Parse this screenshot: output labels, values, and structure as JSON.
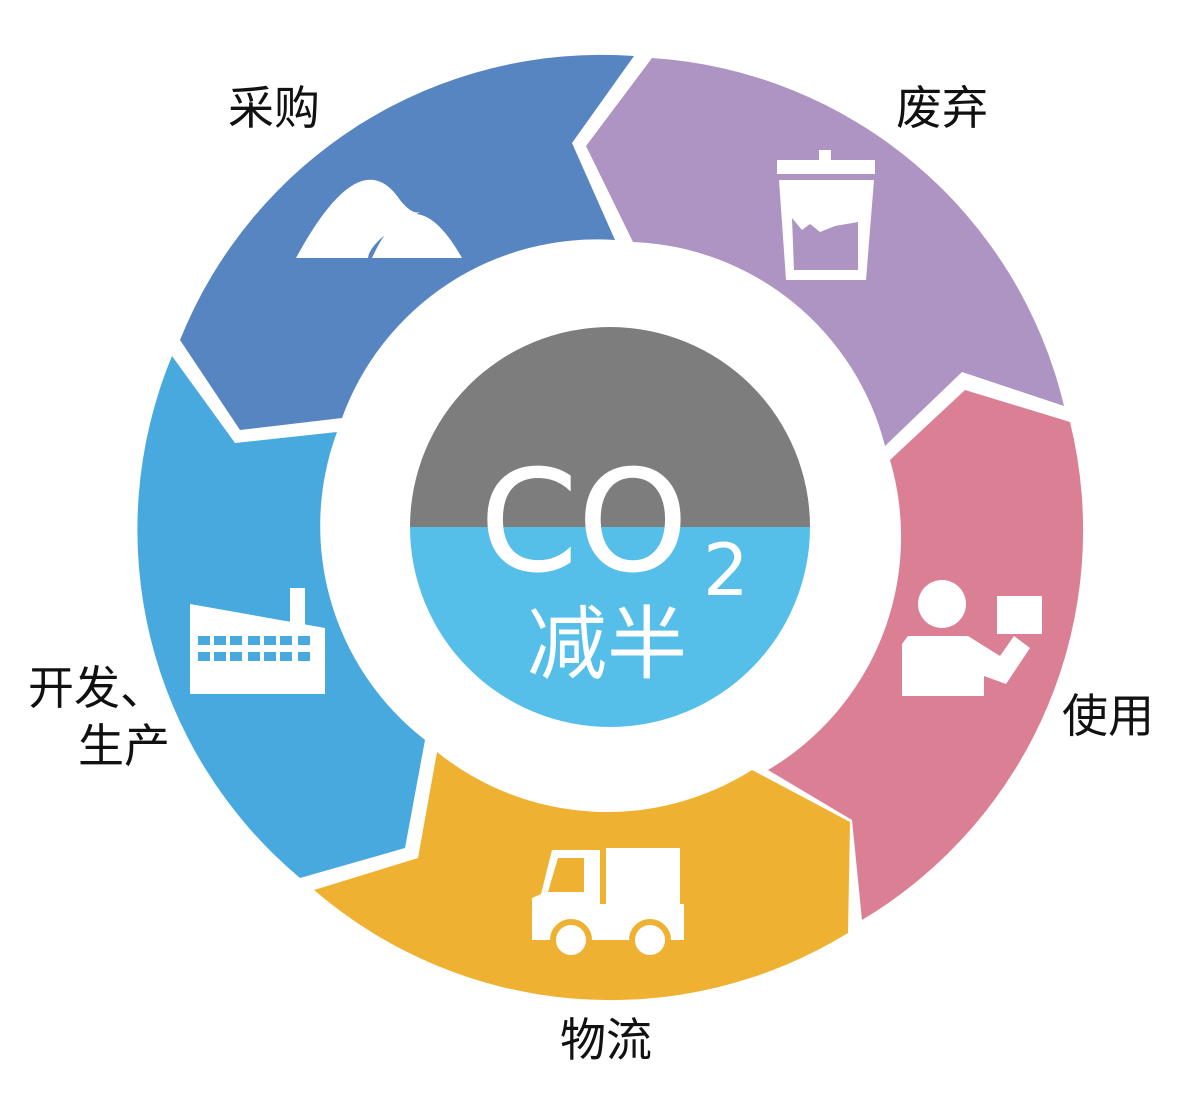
{
  "center": {
    "formula": "CO",
    "subscript": "2",
    "caption": "减半",
    "top_color": "#7d7d7d",
    "bottom_color": "#55bfea"
  },
  "stages": [
    {
      "id": "procurement",
      "label_lines": [
        "采购"
      ],
      "color": "#5785c1",
      "icon": "mountains-icon"
    },
    {
      "id": "disposal",
      "label_lines": [
        "废弃"
      ],
      "color": "#ad94c2",
      "icon": "trash-can-icon"
    },
    {
      "id": "use",
      "label_lines": [
        "使用"
      ],
      "color": "#db7f95",
      "icon": "person-with-box-icon"
    },
    {
      "id": "logistics",
      "label_lines": [
        "物流"
      ],
      "color": "#efb132",
      "icon": "delivery-truck-icon"
    },
    {
      "id": "development",
      "label_lines": [
        "开发、",
        "生产"
      ],
      "color": "#47a9de",
      "icon": "factory-icon"
    }
  ]
}
